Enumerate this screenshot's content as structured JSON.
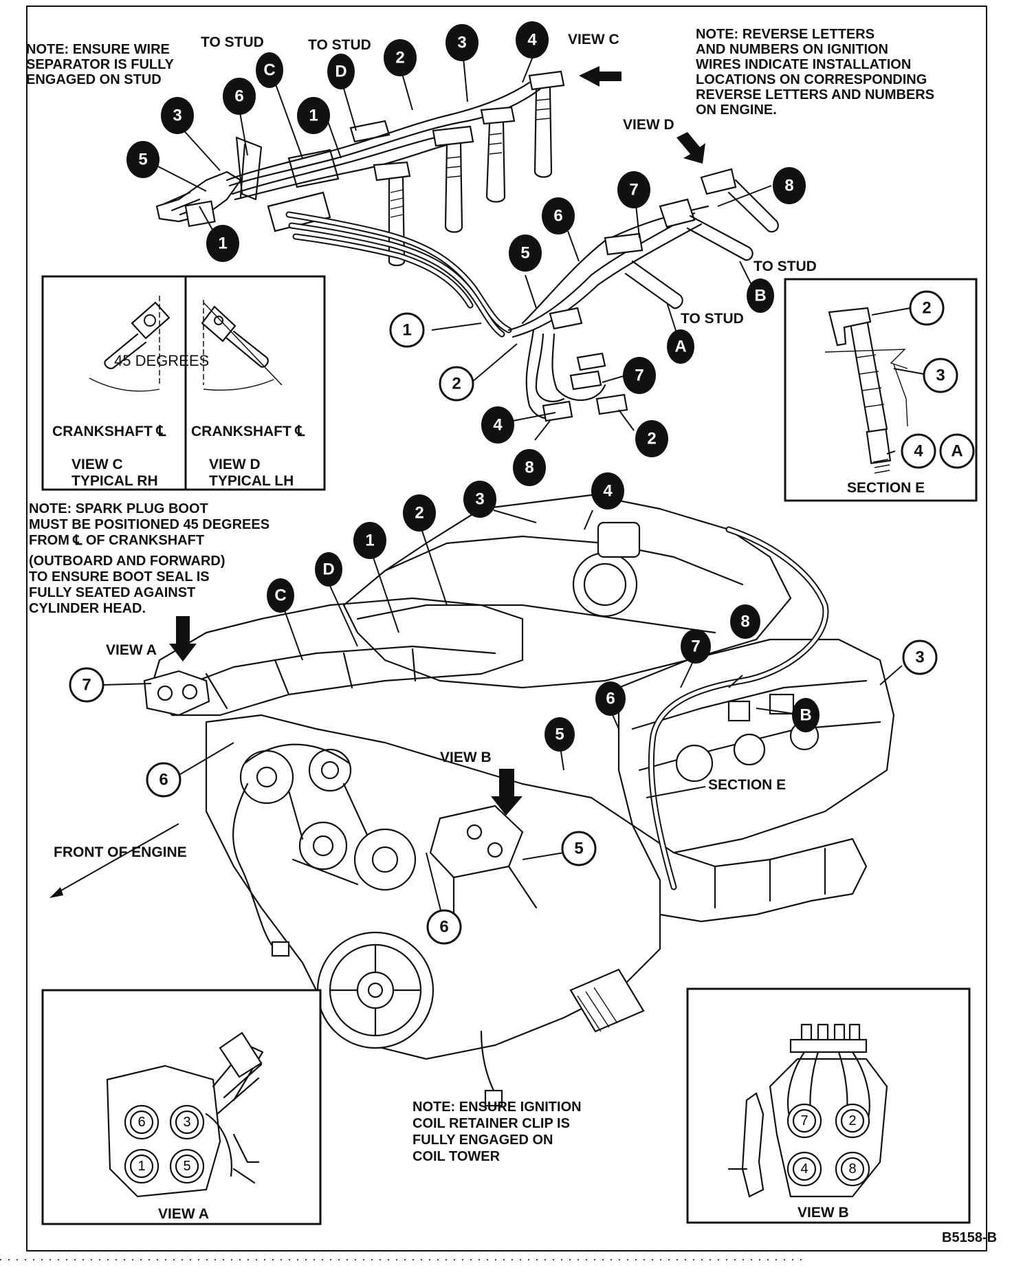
{
  "notes": {
    "wire_separator": [
      "NOTE: ENSURE WIRE",
      "SEPARATOR IS FULLY",
      "ENGAGED ON STUD"
    ],
    "reverse_letters": [
      "NOTE: REVERSE LETTERS",
      "AND NUMBERS ON IGNITION",
      "WIRES INDICATE INSTALLATION",
      "LOCATIONS ON  CORRESPONDING",
      "REVERSE LETTERS AND NUMBERS",
      "ON ENGINE."
    ],
    "spark_plug_boot": [
      "NOTE: SPARK PLUG BOOT",
      "MUST BE POSITIONED 45 DEGREES",
      "FROM ℄ OF CRANKSHAFT",
      "(OUTBOARD AND FORWARD)",
      "TO ENSURE BOOT SEAL IS",
      "FULLY SEATED AGAINST",
      "CYLINDER HEAD."
    ],
    "coil_retainer": [
      "NOTE: ENSURE IGNITION",
      "COIL RETAINER CLIP IS",
      "FULLY ENGAGED ON",
      "COIL TOWER"
    ]
  },
  "labels": {
    "to_stud": "TO STUD",
    "view_a": "VIEW A",
    "view_b": "VIEW B",
    "view_c": "VIEW C",
    "view_d": "VIEW D",
    "section_e": "SECTION E",
    "front_of_engine": "FRONT OF ENGINE",
    "degrees": "45 DEGREES",
    "crankshaft": "CRANKSHAFT ℄",
    "typical_rh": "TYPICAL RH",
    "typical_lh": "TYPICAL LH",
    "figure_id": "B5158-B"
  },
  "callouts": {
    "c1": "1",
    "c2": "2",
    "c3": "3",
    "c4": "4",
    "c5": "5",
    "c6": "6",
    "c7": "7",
    "c8": "8",
    "cA": "A",
    "cB": "B",
    "cC": "C",
    "cD": "D"
  },
  "view_a_coils": [
    "6",
    "3",
    "1",
    "5"
  ],
  "view_b_coils": [
    "7",
    "2",
    "4",
    "8"
  ]
}
